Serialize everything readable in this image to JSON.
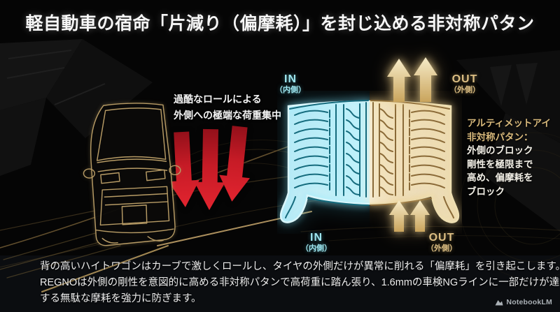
{
  "title": "軽自動車の宿命「片減り（偏摩耗）」を封じ込める非対称パタン",
  "roll_callout": {
    "line1": "過酷なロールによる",
    "line2": "外側への極端な荷重集中"
  },
  "tire_labels": {
    "in": "IN",
    "in_sub": "（内側）",
    "out": "OUT",
    "out_sub": "（外側）"
  },
  "feature_callout": {
    "heading": [
      "アルティメットアイ",
      "非対称パタン："
    ],
    "body": [
      "外側のブロック",
      "剛性を極限まで",
      "高め、偏摩耗を",
      "ブロック"
    ]
  },
  "footer": {
    "lines": [
      "背の高いハイトワゴンはカーブで激しくロールし、タイヤの外側だけが異常に削れる「偏摩耗」を引き起こします。",
      "REGNOは外側の剛性を意図的に高める非対称パタンで高荷重に踏ん張り、1.6mmの車検NGラインに一部だけが達",
      "する無駄な摩耗を強力に防ぎます。"
    ]
  },
  "watermark": {
    "label": "NotebookLM"
  },
  "colors": {
    "accent_cyan": "#9fe6ef",
    "accent_gold": "#d9ba7c",
    "arrow_red": "#d21f2a",
    "background": "#050505",
    "text": "#f2f2f2"
  }
}
